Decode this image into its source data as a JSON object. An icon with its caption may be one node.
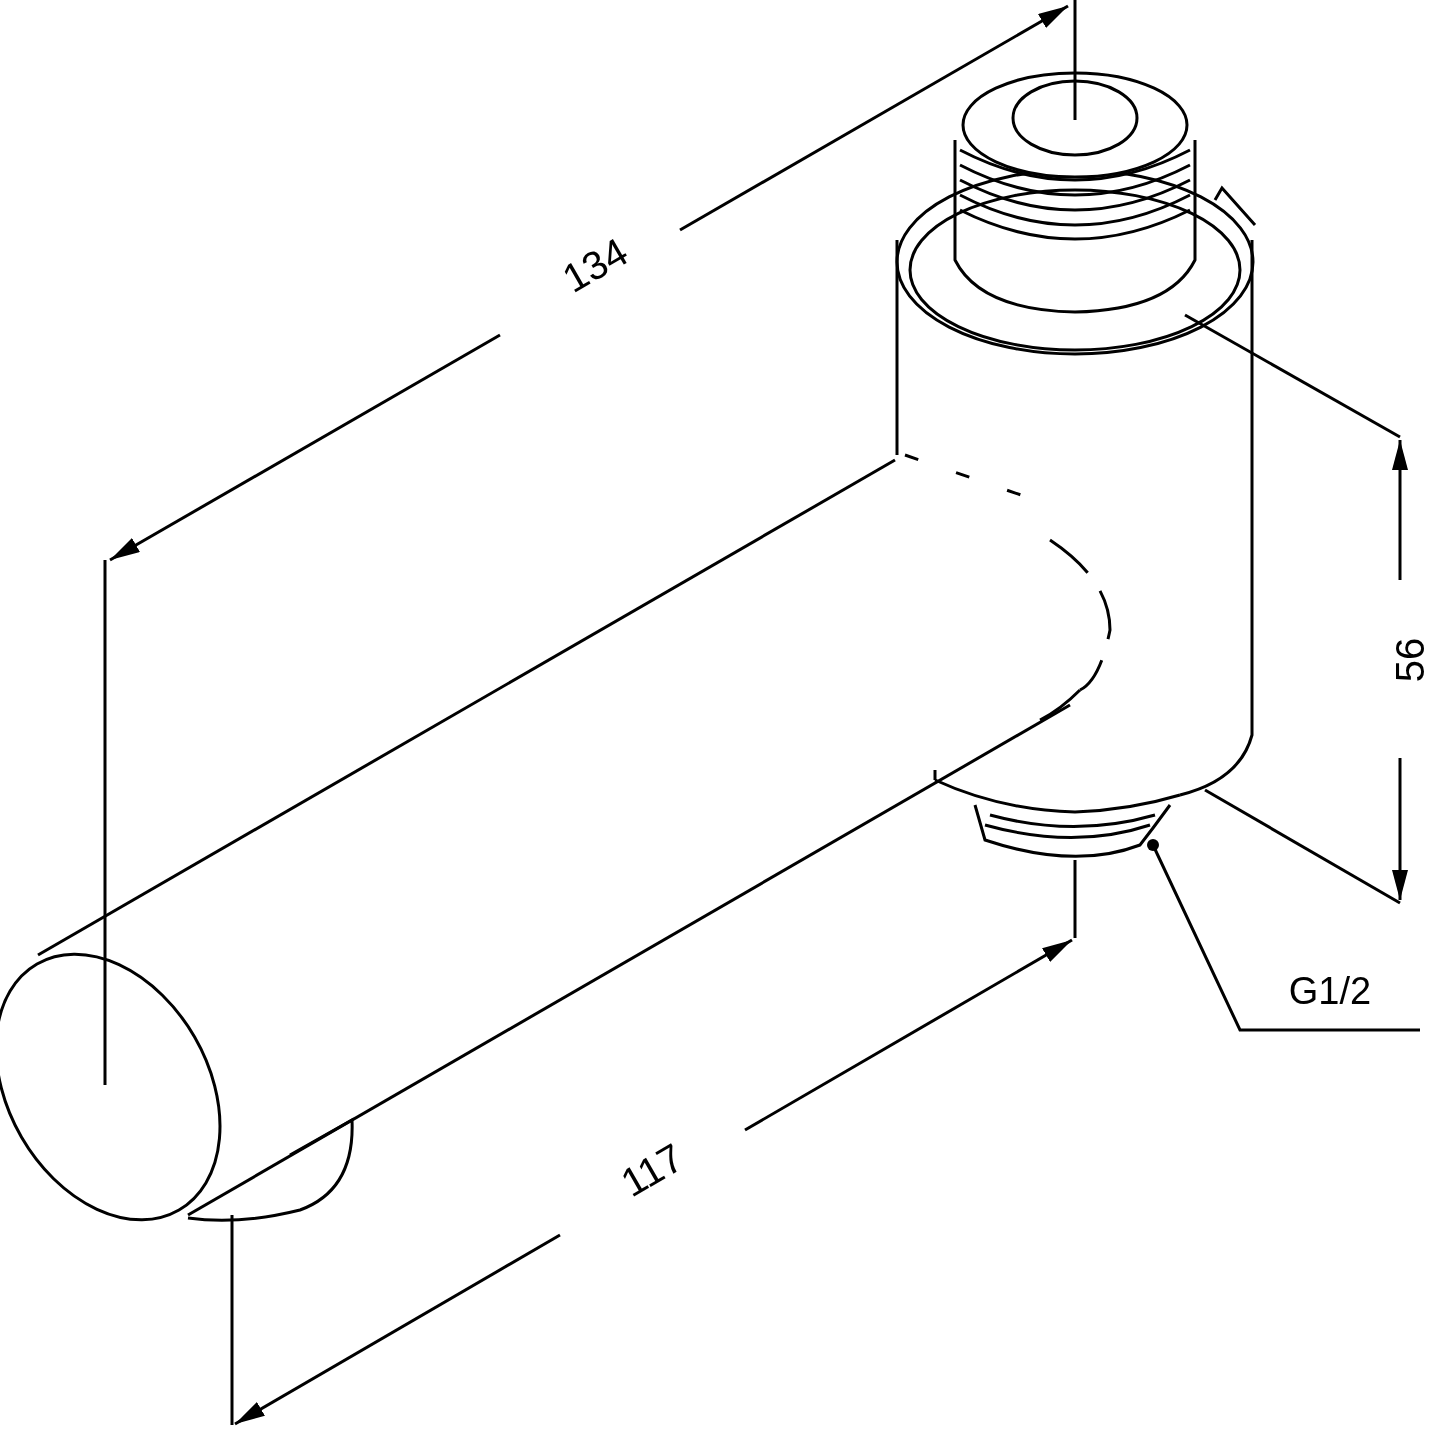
{
  "diagram": {
    "nodes": [
      {
        "text": [
          "G1/2"
        ]
      },
      {
        "text": [],
        "shape": "picture"
      }
    ],
    "edges": [
      {
        "from": 0,
        "to": 1,
        "arrow": "other"
      }
    ],
    "labels": [
      "134",
      "117",
      "56"
    ]
  }
}
